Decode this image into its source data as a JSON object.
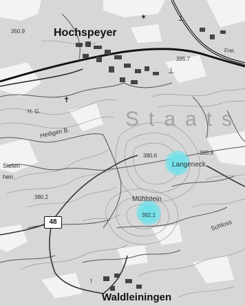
{
  "map": {
    "towns": {
      "north": "Hochspeyer",
      "south": "Waldleiningen"
    },
    "region_text": "Staats",
    "labels": {
      "heiligen": "Heiligen B.",
      "langeneck": "Langeneck",
      "muehlstein": "Mühlstein",
      "schloss": "Schloss",
      "sielen": "Sielen",
      "sielen_2": "hen"
    },
    "spot_heights": {
      "a": "350.9",
      "b": "395.7",
      "c": "380.6",
      "d": "383.8",
      "e": "392.1",
      "f": "380.2",
      "g": "Frei.",
      "h": "H. G."
    },
    "road_number": "48",
    "highlights_color": "#6ee1eb",
    "icons": [
      "antenna-icon",
      "antenna-icon",
      "church-icon",
      "star-icon",
      "arrow-icon"
    ]
  }
}
